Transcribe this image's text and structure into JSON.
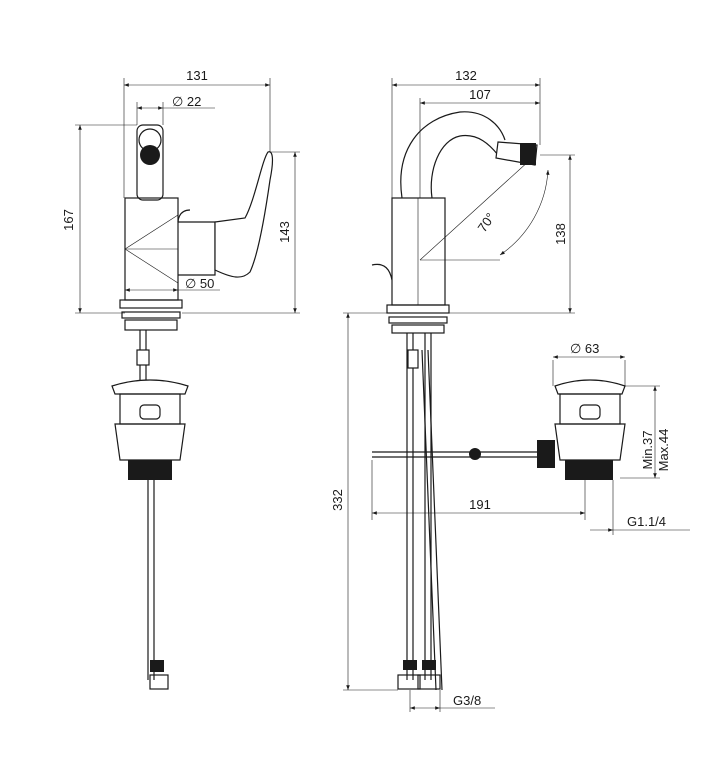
{
  "title": "Bidet mixer technical drawing",
  "colors": {
    "line": "#1a1a1a",
    "background": "#ffffff"
  },
  "side_view": {
    "width": "131",
    "spout_diameter": "∅ 22",
    "total_height": "167",
    "lever_height": "143",
    "body_diameter": "∅ 50"
  },
  "front_view": {
    "overall_width": "132",
    "spout_reach": "107",
    "spout_angle": "70°",
    "spout_height": "138",
    "hose_length": "332",
    "rod_length": "191",
    "supply_thread": "G3/8"
  },
  "drain": {
    "diameter": "∅ 63",
    "min_thickness": "Min.37",
    "max_thickness": "Max.44",
    "thread": "G1.1/4"
  }
}
